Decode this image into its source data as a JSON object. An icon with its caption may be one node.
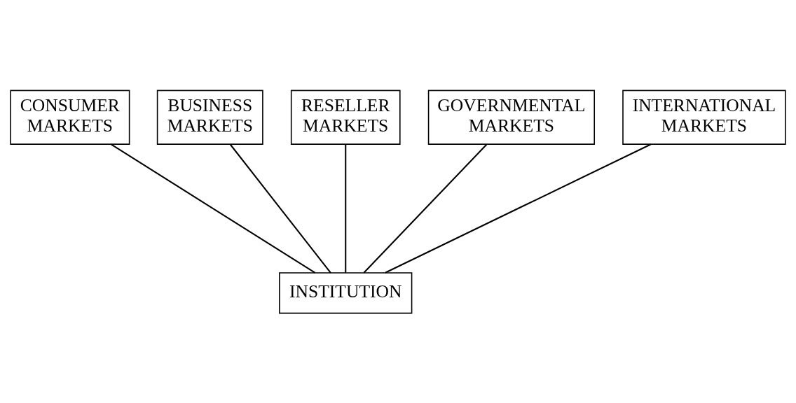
{
  "diagram": {
    "nodes": [
      {
        "text": [
          "RESELLER MARKETS"
        ]
      },
      {
        "text": [
          "BUSINESS MARKETS"
        ]
      },
      {
        "text": [
          "GOVERNMENTAL MARKETS"
        ]
      },
      {
        "text": [
          "CONSUMER MARKETS"
        ]
      },
      {
        "text": [
          "INTERNATIONAL MARKETS"
        ]
      },
      {
        "text": [
          "INSTITUTION"
        ]
      }
    ],
    "edges": [
      {
        "from": 3,
        "to": 5,
        "arrow": "none"
      },
      {
        "from": 1,
        "to": 5,
        "arrow": "none"
      },
      {
        "from": 0,
        "to": 5,
        "arrow": "none"
      },
      {
        "from": 2,
        "to": 5,
        "arrow": "none"
      },
      {
        "from": 4,
        "to": 5,
        "arrow": "none"
      }
    ]
  }
}
